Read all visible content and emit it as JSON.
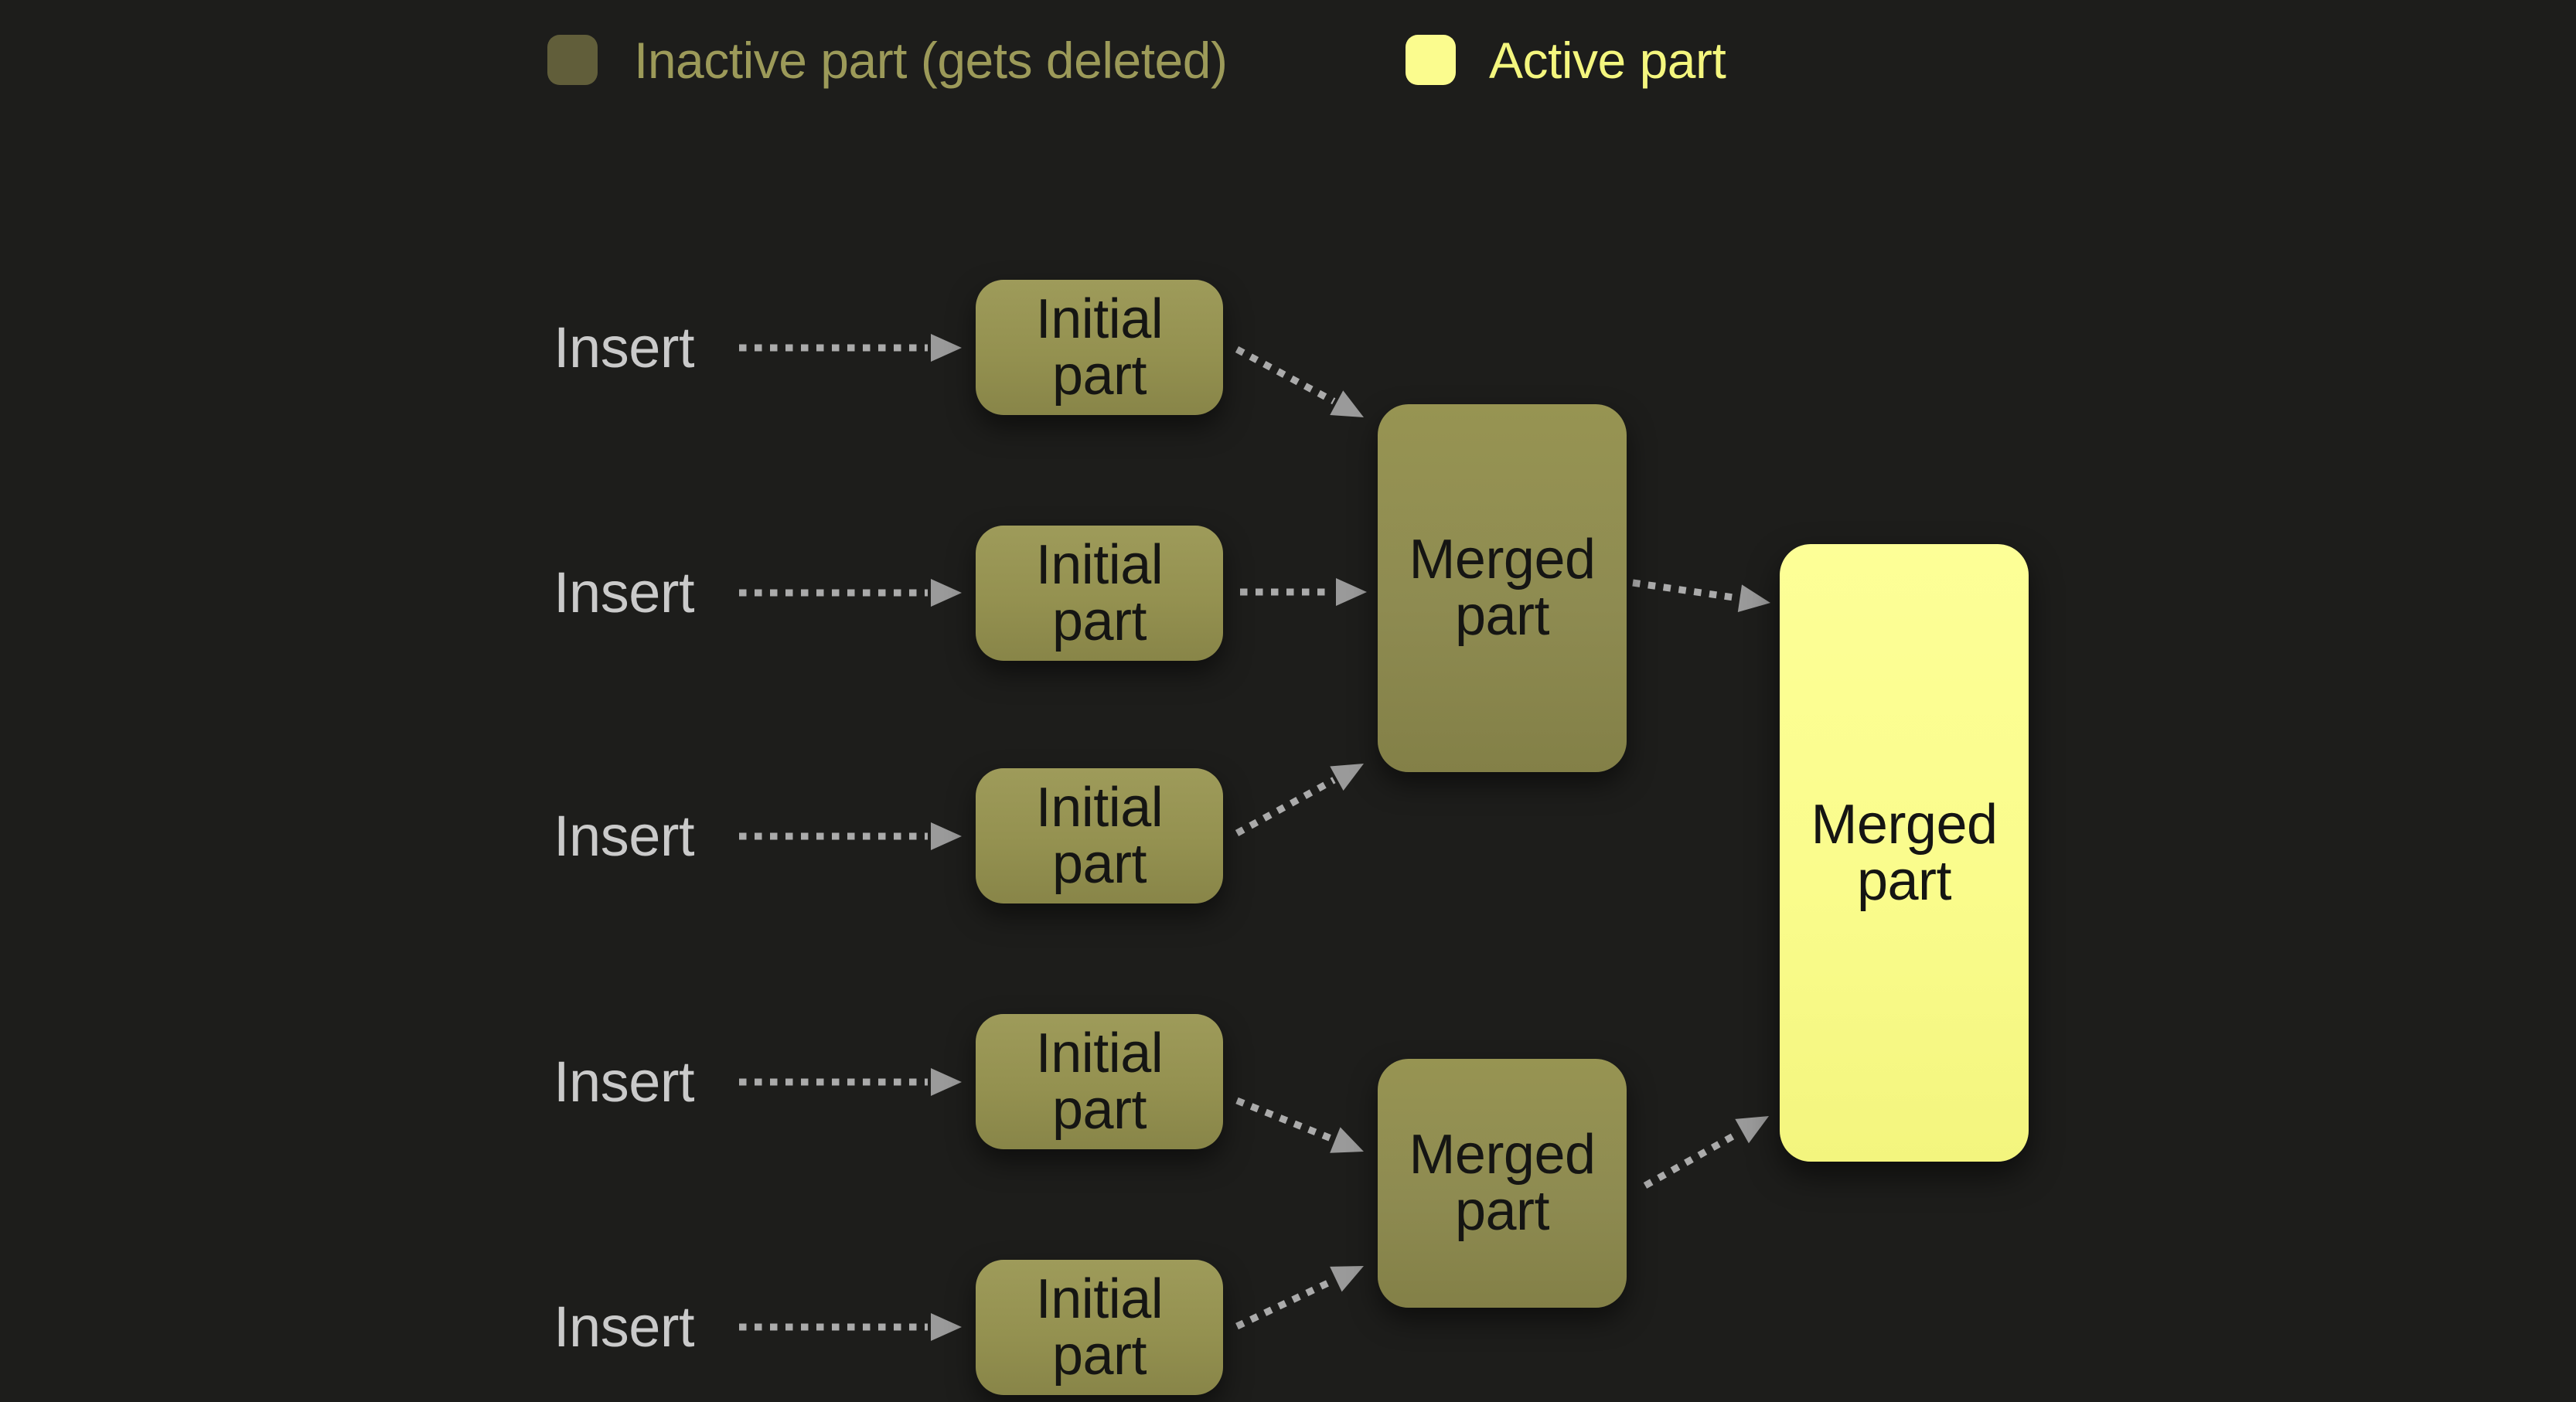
{
  "colors": {
    "background": "#1d1d1b",
    "inactive_fill": "#949150",
    "active_fill": "#fafc8c",
    "legend_inactive_swatch": "#615e3a",
    "legend_inactive_text": "#9c9a59",
    "legend_active_swatch": "#fbfc8e",
    "legend_active_text": "#f4f67e",
    "insert_text": "#cacaca",
    "box_text": "#151513",
    "arrow_dash": "#ababab",
    "arrow_head": "#9a9a9a"
  },
  "legend": {
    "items": [
      {
        "id": "inactive",
        "label": "Inactive part (gets deleted)",
        "swatch": "#615e3a",
        "text_color": "#9c9a59"
      },
      {
        "id": "active",
        "label": "Active part",
        "swatch": "#fbfc8e",
        "text_color": "#f4f67e"
      }
    ]
  },
  "diagram": {
    "insert_labels": [
      "Insert",
      "Insert",
      "Insert",
      "Insert",
      "Insert"
    ],
    "nodes": [
      {
        "id": "initial-1",
        "line1": "Initial",
        "line2": "part",
        "state": "inactive"
      },
      {
        "id": "initial-2",
        "line1": "Initial",
        "line2": "part",
        "state": "inactive"
      },
      {
        "id": "initial-3",
        "line1": "Initial",
        "line2": "part",
        "state": "inactive"
      },
      {
        "id": "initial-4",
        "line1": "Initial",
        "line2": "part",
        "state": "inactive"
      },
      {
        "id": "initial-5",
        "line1": "Initial",
        "line2": "part",
        "state": "inactive"
      },
      {
        "id": "merged-1",
        "line1": "Merged",
        "line2": "part",
        "state": "inactive"
      },
      {
        "id": "merged-2",
        "line1": "Merged",
        "line2": "part",
        "state": "inactive"
      },
      {
        "id": "merged-final",
        "line1": "Merged",
        "line2": "part",
        "state": "active"
      }
    ],
    "edges": [
      {
        "from": "insert-1",
        "to": "initial-1"
      },
      {
        "from": "insert-2",
        "to": "initial-2"
      },
      {
        "from": "insert-3",
        "to": "initial-3"
      },
      {
        "from": "insert-4",
        "to": "initial-4"
      },
      {
        "from": "insert-5",
        "to": "initial-5"
      },
      {
        "from": "initial-1",
        "to": "merged-1"
      },
      {
        "from": "initial-2",
        "to": "merged-1"
      },
      {
        "from": "initial-3",
        "to": "merged-1"
      },
      {
        "from": "initial-4",
        "to": "merged-2"
      },
      {
        "from": "initial-5",
        "to": "merged-2"
      },
      {
        "from": "merged-1",
        "to": "merged-final"
      },
      {
        "from": "merged-2",
        "to": "merged-final"
      }
    ]
  }
}
